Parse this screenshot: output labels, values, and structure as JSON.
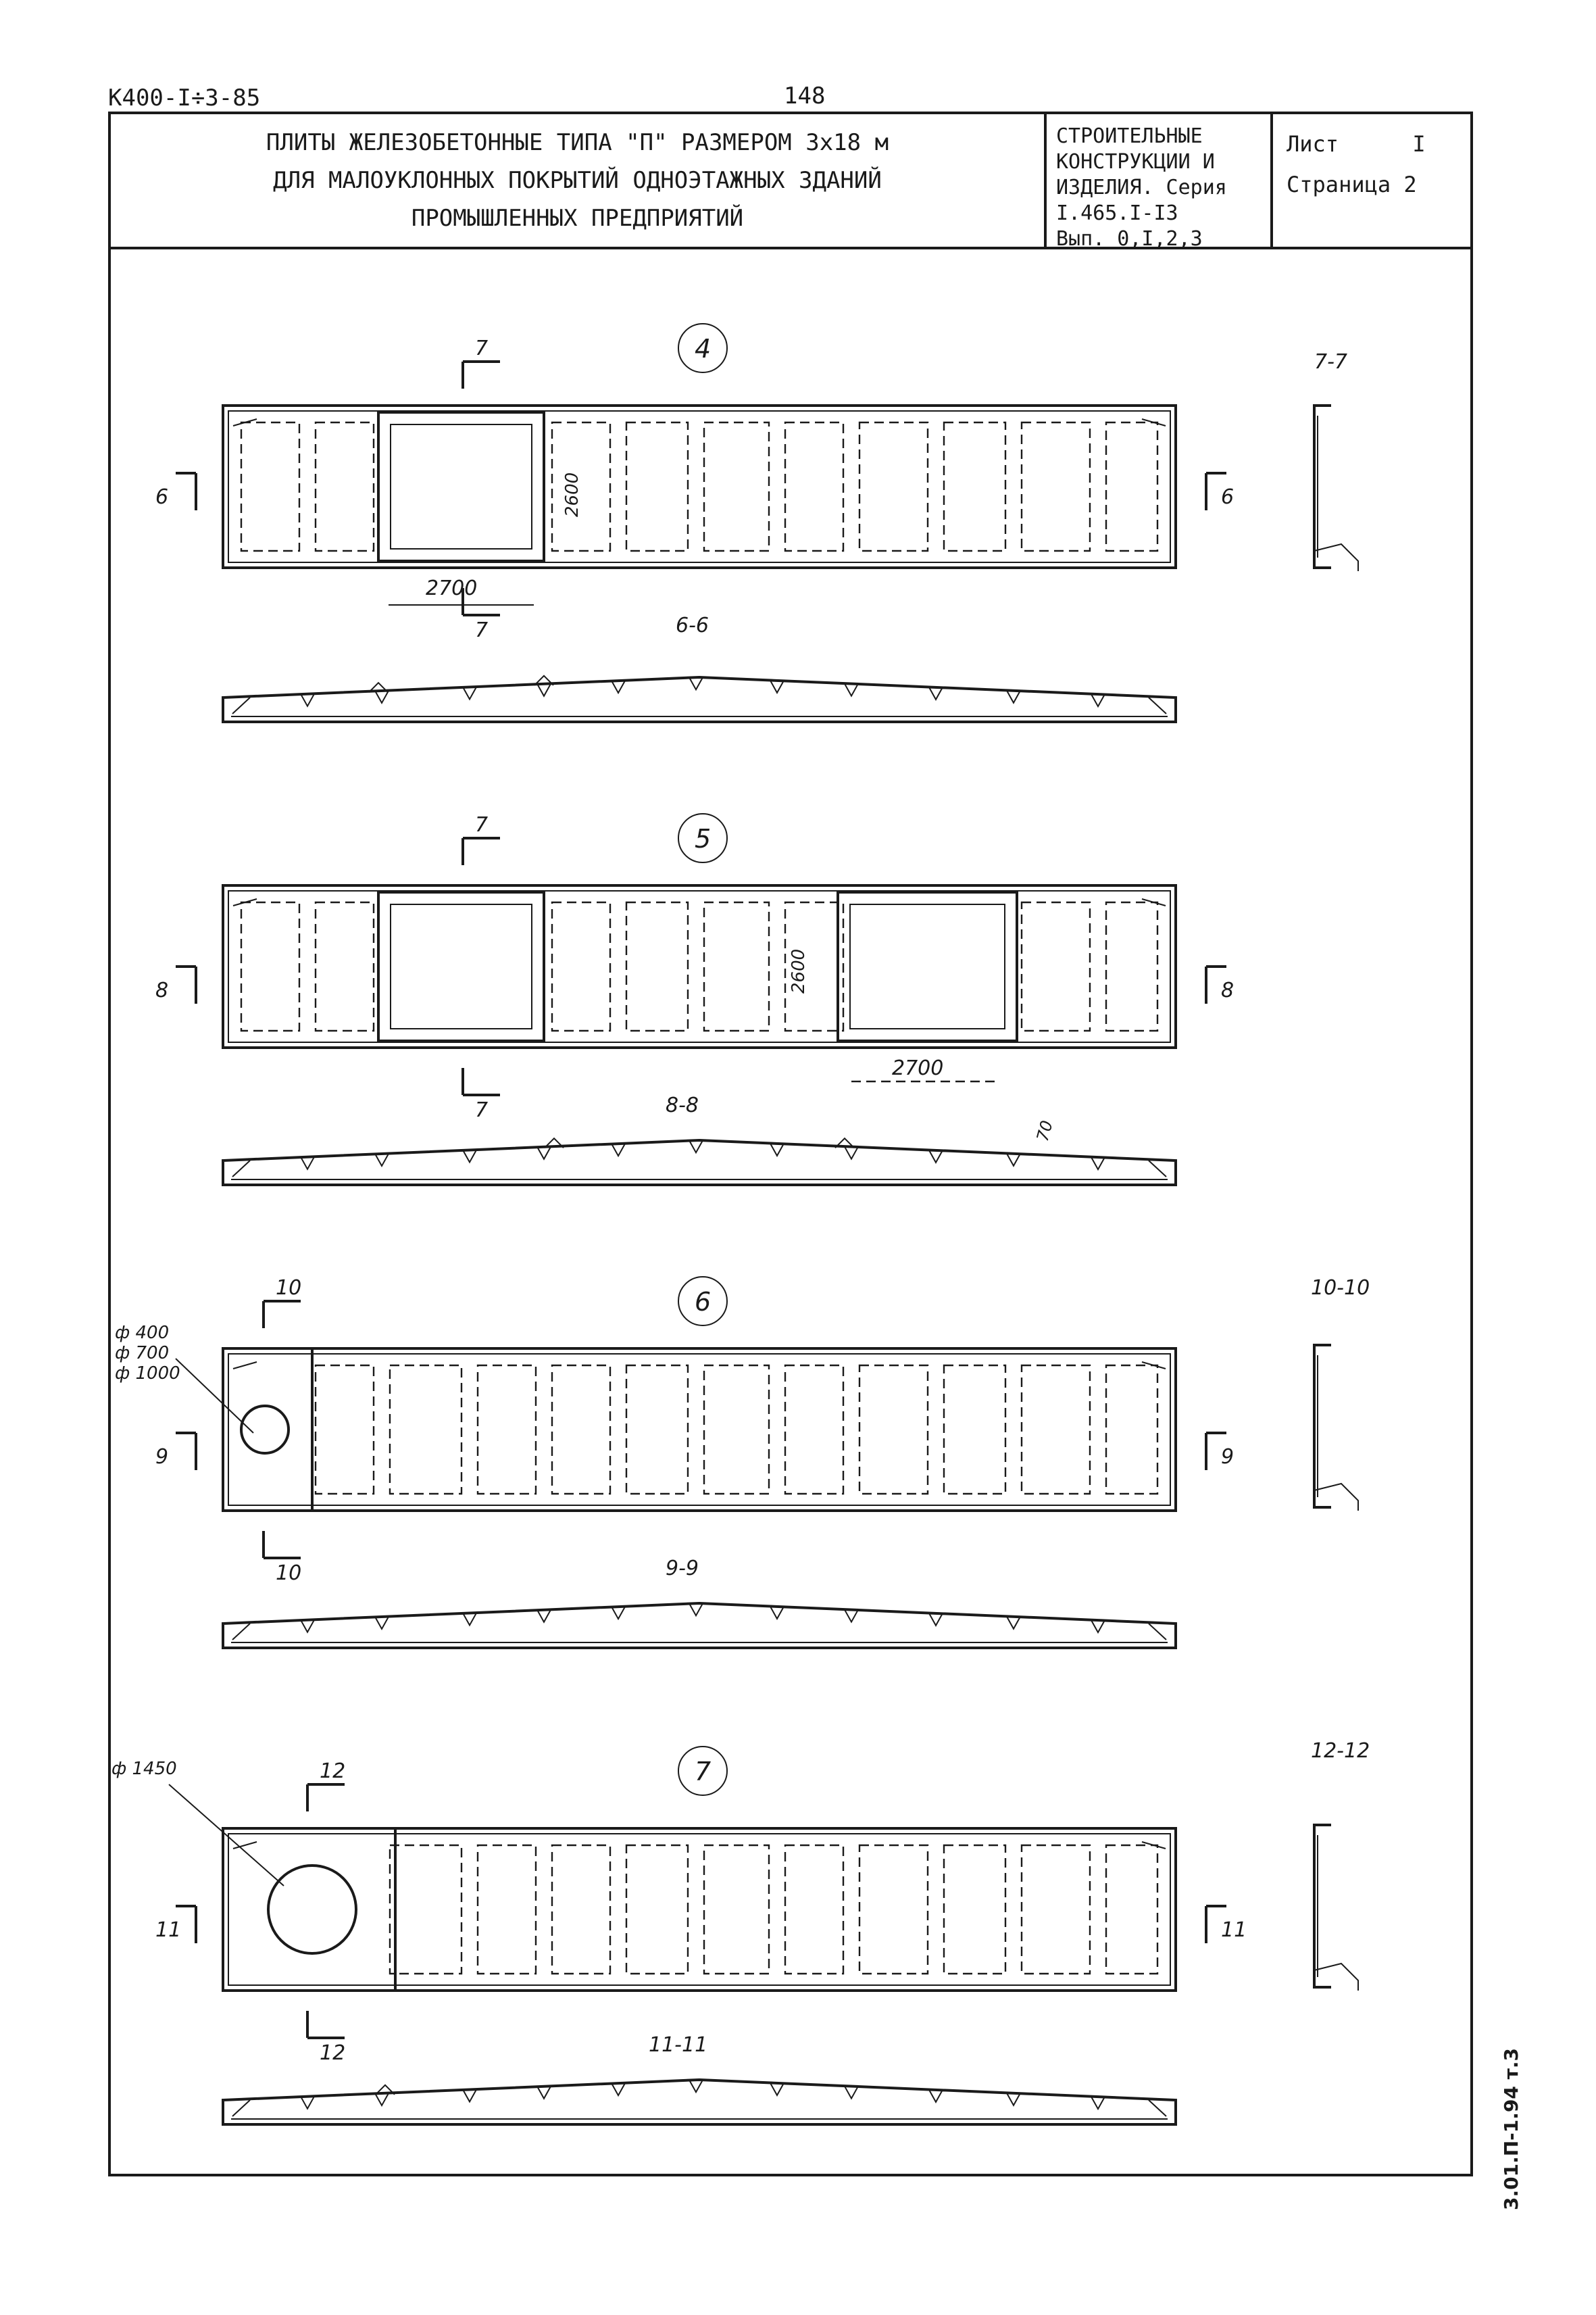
{
  "doc_code": "К400-I÷3-85",
  "page_number": "148",
  "title_lines": [
    "ПЛИТЫ ЖЕЛЕЗОБЕТОННЫЕ ТИПА \"П\" РАЗМЕРОМ 3х18 м",
    "ДЛЯ МАЛОУКЛОННЫХ ПОКРЫТИЙ ОДНОЭТАЖНЫХ ЗДАНИЙ",
    "ПРОМЫШЛЕННЫХ ПРЕДПРИЯТИЙ"
  ],
  "series_lines": [
    "СТРОИТЕЛЬНЫЕ",
    "КОНСТРУКЦИИ И",
    "ИЗДЕЛИЯ. Серия",
    "I.465.I-I3",
    "Вып. 0,I,2,3"
  ],
  "sheet_label": "Лист",
  "sheet_number": "I",
  "page_label": "Страница 2",
  "side_code": "3.01.П-1.94 т.3",
  "variants": [
    {
      "mark": "4",
      "cut_pair_1": "7",
      "cut_pair_2": "6",
      "dim_width": "2600",
      "dim_length": "2700",
      "section_long": "6-6",
      "section_cross": "7-7"
    },
    {
      "mark": "5",
      "cut_pair_1": "7",
      "cut_pair_2": "8",
      "dim_width": "2600",
      "dim_length": "2700",
      "section_long": "8-8",
      "slope_label": "70"
    },
    {
      "mark": "6",
      "cut_pair_1": "10",
      "cut_pair_2": "9",
      "hole_diameters": [
        "ф 400",
        "ф 700",
        "ф 1000"
      ],
      "section_long": "9-9",
      "section_cross": "10-10"
    },
    {
      "mark": "7",
      "cut_pair_1": "12",
      "cut_pair_2": "11",
      "hole_diameters": [
        "ф 1450"
      ],
      "section_long": "11-11",
      "section_cross": "12-12"
    }
  ]
}
